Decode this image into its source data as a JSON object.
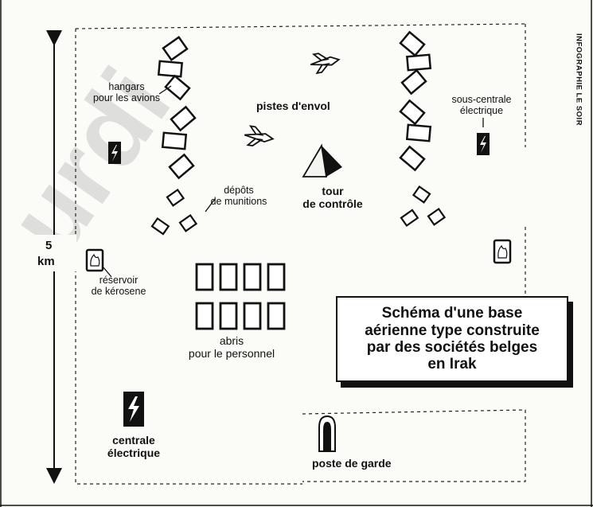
{
  "watermark": "urdi",
  "credit": "INFOGRAPHIE LE SOIR",
  "scale": {
    "value": "5",
    "unit": "km"
  },
  "labels": {
    "hangars": [
      "hangars",
      "pour les avions"
    ],
    "pistes": "pistes d'envol",
    "sous_centrale": [
      "sous-centrale",
      "électrique"
    ],
    "depots": [
      "dépôts",
      "de munitions"
    ],
    "tour": [
      "tour",
      "de contrôle"
    ],
    "reservoir": [
      "réservoir",
      "de kérosene"
    ],
    "abris": [
      "abris",
      "pour le personnel"
    ],
    "centrale": [
      "centrale",
      "électrique"
    ],
    "poste": "poste de garde"
  },
  "title": [
    "Schéma d'une base",
    "aérienne type construite",
    "par des sociétés belges",
    "en Irak"
  ],
  "colors": {
    "ink": "#111111",
    "paper": "#fbfbf8",
    "watermark": "#d9d9d9"
  }
}
